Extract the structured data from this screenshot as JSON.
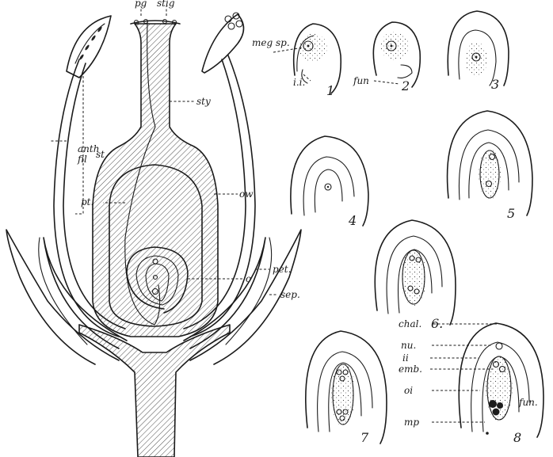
{
  "flower_labels": {
    "pg": "pg",
    "stig": "stig",
    "sty": "sty",
    "anth": "anth",
    "fil": "fil",
    "st": "st",
    "pt": "pt.",
    "ow": "ow",
    "o": "o",
    "pet": "pet.",
    "sep": "sep."
  },
  "ovule_labels": {
    "meg_sp": "meg sp.",
    "ii_small": "i.i.",
    "fun_small": "fun",
    "chal": "chal.",
    "nu": "nu.",
    "ii": "ii",
    "emb": "emb.",
    "oi": "oi",
    "mp": "mp",
    "fun": "fun."
  },
  "figure_numbers": [
    "1",
    "2",
    "3",
    "4",
    "5",
    "6.",
    "7",
    "8"
  ]
}
